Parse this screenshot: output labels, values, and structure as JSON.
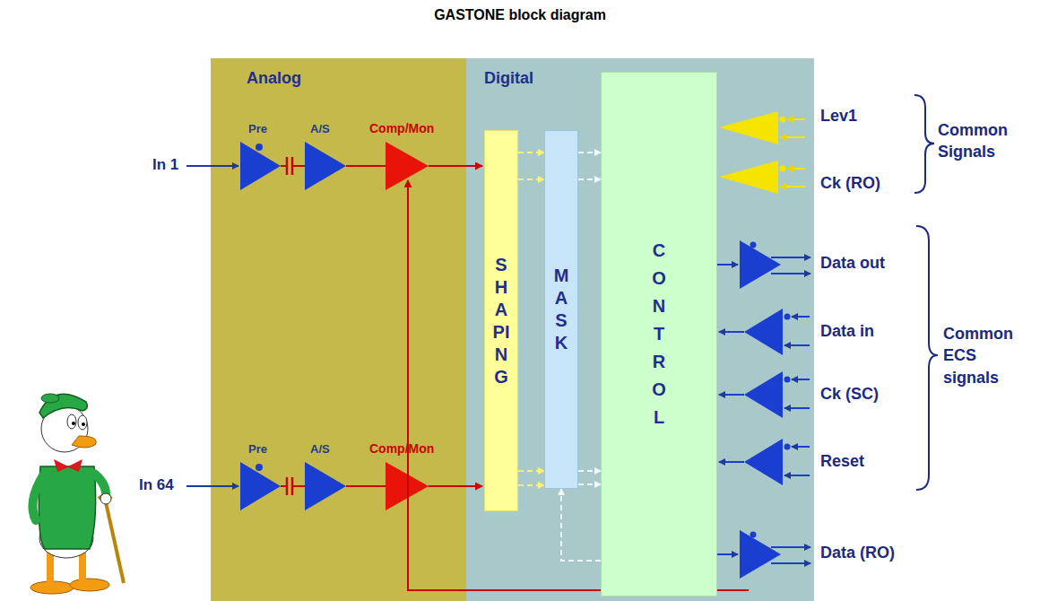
{
  "diagram": {
    "title": "GASTONE block diagram",
    "nodes": [
      {
        "text": [
          "Analog"
        ]
      },
      {
        "text": [
          "Digital"
        ]
      },
      {
        "text": [
          "SHAPING"
        ],
        "in": 1
      },
      {
        "text": [
          "MASK"
        ],
        "in": 1
      },
      {
        "text": [
          "CONTROL"
        ],
        "in": 1
      }
    ],
    "edges": [
      {
        "from": 2,
        "to": 3,
        "arrow": "to"
      },
      {
        "from": 3,
        "to": 4,
        "arrow": "to"
      },
      {
        "from": 4,
        "to": 3,
        "arrow": "to"
      }
    ],
    "labels": [
      "In 1",
      "Pre",
      "A/S",
      "Comp/Mon",
      "Pre",
      "A/S",
      "Comp/Mon",
      "In 64",
      "Lev1",
      "Ck (RO)",
      "Data out",
      "Data in",
      "Ck (SC)",
      "Reset",
      "Data (RO)",
      "Common Signals",
      "Common ECS signals"
    ]
  }
}
